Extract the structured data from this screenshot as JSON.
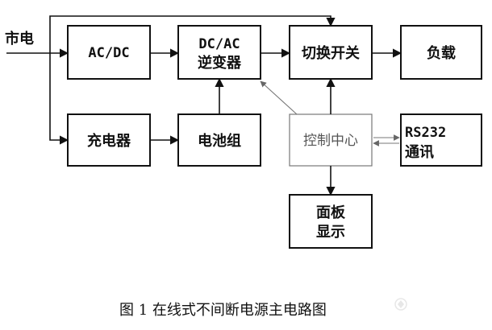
{
  "diagram": {
    "input_label": "市电",
    "nodes": {
      "acdc": "AC/DC",
      "inverter_line1": "DC/AC",
      "inverter_line2": "逆变器",
      "switch": "切换开关",
      "load": "负载",
      "charger": "充电器",
      "battery": "电池组",
      "control": "控制中心",
      "rs232_line1": "RS232",
      "rs232_line2": "通讯",
      "panel_line1": "面板",
      "panel_line2": "显示"
    },
    "caption": "图 1  在线式不间断电源主电路图"
  }
}
